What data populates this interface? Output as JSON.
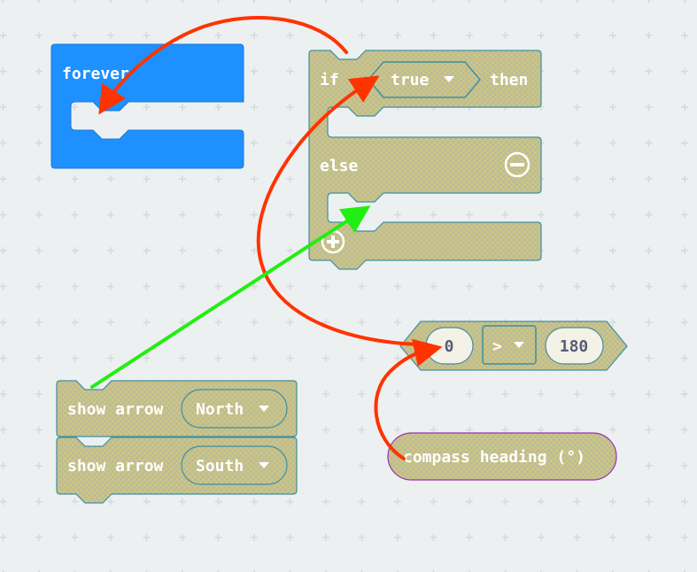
{
  "colors": {
    "background": "#ecf0f1",
    "grid_plus": "#d4d9dc",
    "forever_block": "#1e90ff",
    "disabled_fill": "#c7c08a",
    "disabled_stroke": "#3f8fa0",
    "arrow_red": "#ff3300",
    "arrow_green": "#22ee11",
    "sensor_outline": "#9b2fae"
  },
  "blocks": {
    "forever": {
      "label": "forever"
    },
    "if_else": {
      "if_label": "if",
      "condition": "true",
      "then_label": "then",
      "else_label": "else",
      "remove_icon": "minus-circle-icon",
      "add_icon": "plus-circle-icon"
    },
    "compare": {
      "left": "0",
      "operator": ">",
      "right": "180"
    },
    "compass": {
      "label": "compass heading (°)"
    },
    "show_arrow_1": {
      "label": "show arrow",
      "value": "North"
    },
    "show_arrow_2": {
      "label": "show arrow",
      "value": "South"
    }
  }
}
